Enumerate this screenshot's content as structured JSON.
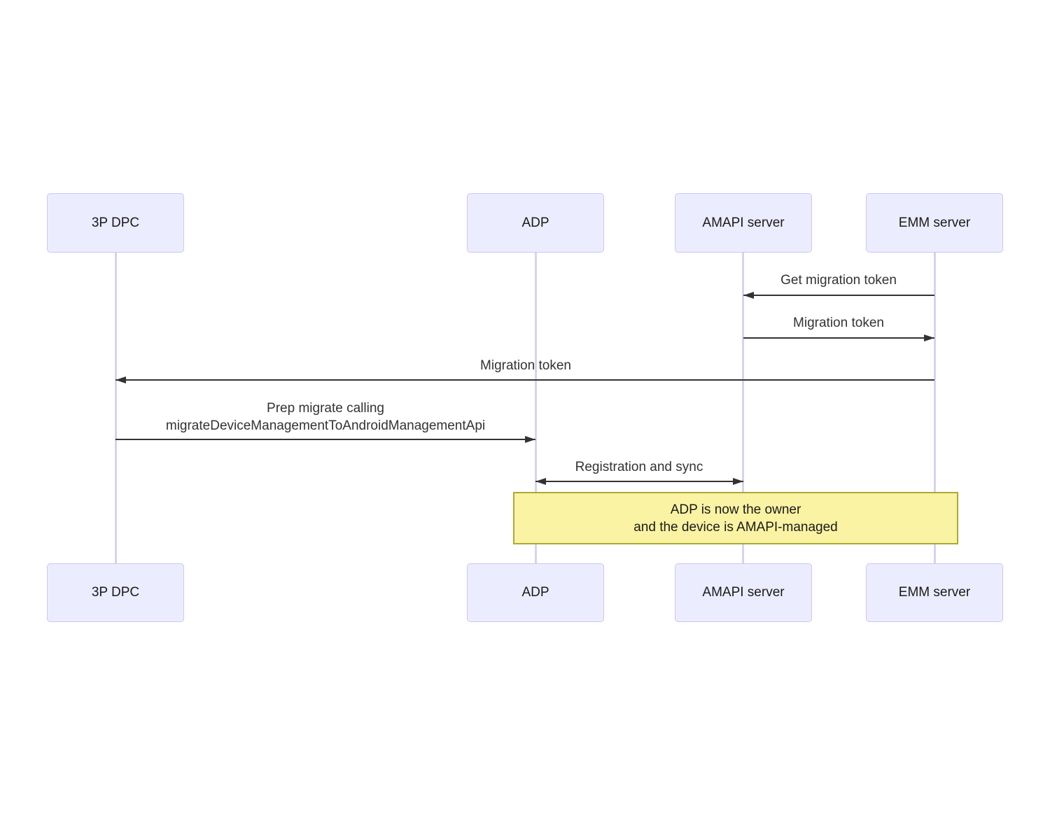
{
  "diagram": {
    "type": "sequence-diagram",
    "actors": [
      {
        "label": "3P DPC"
      },
      {
        "label": "ADP"
      },
      {
        "label": "AMAPI server"
      },
      {
        "label": "EMM server"
      }
    ],
    "messages": [
      {
        "label": "Get migration token",
        "from": "EMM server",
        "to": "AMAPI server",
        "arrow": "left"
      },
      {
        "label": "Migration token",
        "from": "AMAPI server",
        "to": "EMM server",
        "arrow": "right"
      },
      {
        "label": "Migration token",
        "from": "EMM server",
        "to": "3P DPC",
        "arrow": "left"
      },
      {
        "label_line1": "Prep migrate calling",
        "label_line2": "migrateDeviceManagementToAndroidManagementApi",
        "from": "3P DPC",
        "to": "ADP",
        "arrow": "right"
      },
      {
        "label": "Registration and sync",
        "from": "ADP",
        "to": "AMAPI server",
        "arrow": "both"
      }
    ],
    "note": {
      "line1": "ADP is now the owner",
      "line2": "and the device is AMAPI-managed"
    },
    "colors": {
      "actor_fill": "#ECECFF",
      "actor_border": "#CFC6F0",
      "lifeline": "#D8D2F0",
      "note_fill": "#FAF3A3",
      "note_border": "#AAAA33",
      "arrow": "#333333",
      "text": "#333333"
    }
  }
}
